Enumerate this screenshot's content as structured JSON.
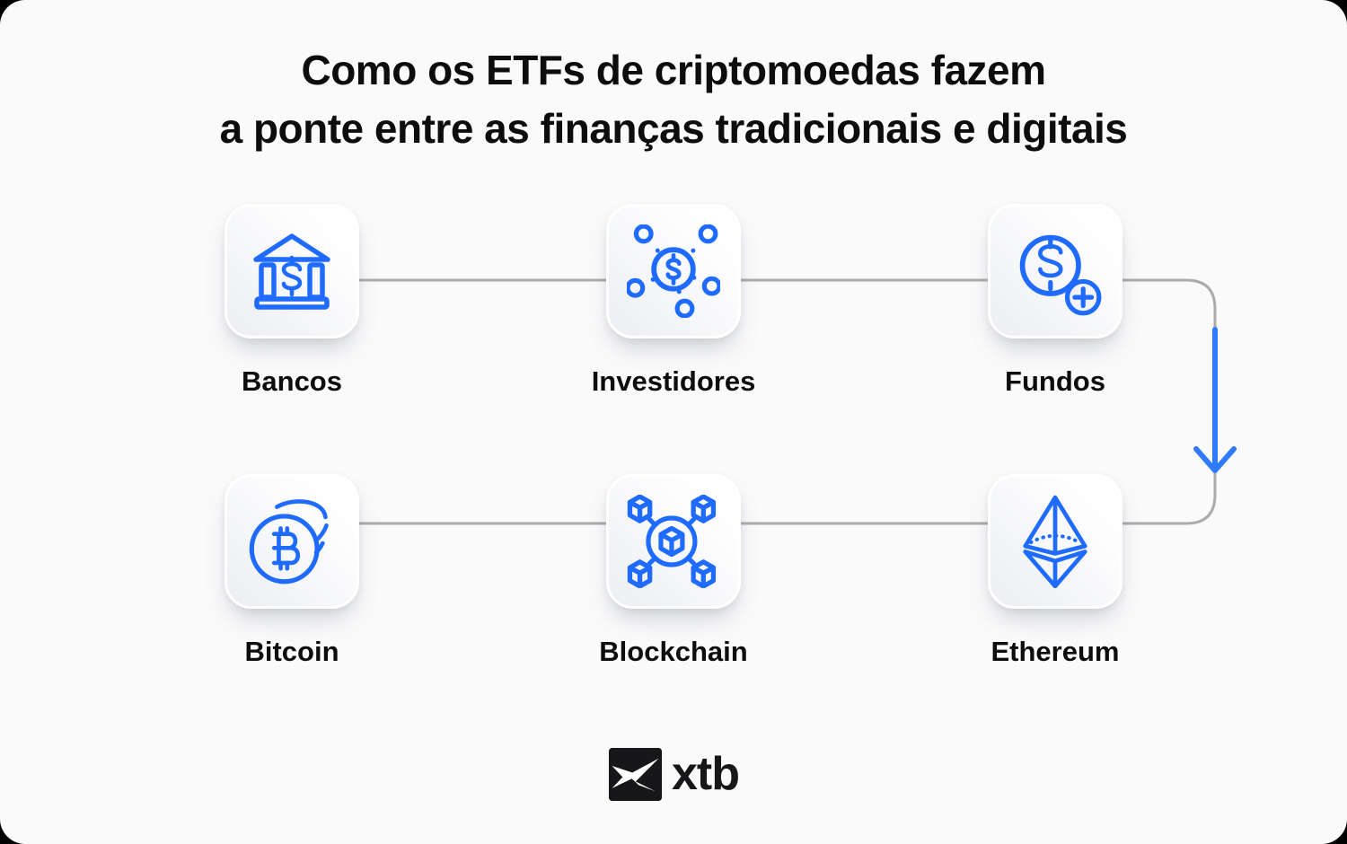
{
  "title": {
    "line1": "Como os ETFs de criptomoedas fazem",
    "line2": "a ponte entre as finanças tradicionais e digitais"
  },
  "nodes": [
    {
      "label": "Bancos",
      "icon": "bank-icon"
    },
    {
      "label": "Investidores",
      "icon": "investors-network-icon"
    },
    {
      "label": "Fundos",
      "icon": "fund-dollar-plus-icon"
    },
    {
      "label": "Bitcoin",
      "icon": "bitcoin-coin-icon"
    },
    {
      "label": "Blockchain",
      "icon": "blockchain-cubes-icon"
    },
    {
      "label": "Ethereum",
      "icon": "ethereum-icon"
    }
  ],
  "flow": {
    "row1": [
      "Bancos",
      "Investidores",
      "Fundos"
    ],
    "row2": [
      "Bitcoin",
      "Blockchain",
      "Ethereum"
    ],
    "connectors": [
      "Bancos—Investidores",
      "Investidores—Fundos",
      "Fundos—Ethereum",
      "Ethereum—Blockchain",
      "Blockchain—Bitcoin"
    ],
    "arrow": {
      "from": "Fundos",
      "to": "Ethereum",
      "direction": "down"
    }
  },
  "logo": {
    "text": "xtb"
  },
  "colors": {
    "accent_blue": "#1f6bff",
    "arrow_blue": "#2f7bff",
    "wire_gray": "#ababab",
    "background": "#fafafb",
    "text_dark": "#0d0d0d",
    "logo_black": "#17171a"
  }
}
